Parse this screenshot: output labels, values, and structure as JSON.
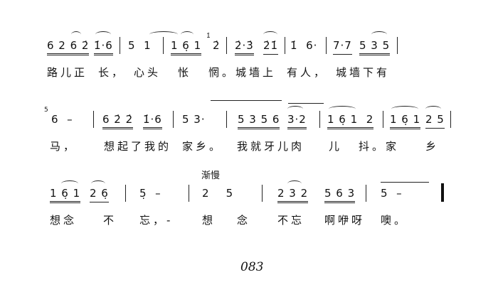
{
  "rows": [
    {
      "notes": [
        "6 2 6 2̇",
        "1̇·6",
        "5  1",
        "1 6̣ 1",
        "2̇",
        "2̇·3̇",
        "2̇1̇",
        "1̇  6·",
        "7·7",
        "5 3 5"
      ],
      "grace": "1̇",
      "lyrics": [
        "路儿正",
        "长，",
        "心头",
        "怅",
        "惘。城墙上",
        "有人，",
        "城墙下有"
      ]
    },
    {
      "notes": [
        "6  –",
        "6 2̇ 2̇",
        "1̇·6",
        "5 3·",
        "5 3 5 6",
        "3·2",
        "1 6̣ 1  2",
        "1 6̣ 1",
        "2 5"
      ],
      "grace": "5",
      "lyrics": [
        "马，",
        "想起了我的",
        "家乡。",
        "我就牙儿肉",
        "儿",
        "抖。家",
        "乡"
      ]
    },
    {
      "notes": [
        "1 6̣ 1",
        "2 6̣",
        "5̣  –",
        "2    5",
        "2 3 2",
        "5 6 3",
        "5  –"
      ],
      "tempo": "渐慢",
      "lyrics": [
        "想念",
        "不",
        "忘，-",
        "想",
        "念",
        "不忘",
        "啊咿呀",
        "噢。"
      ]
    }
  ],
  "page_number": "083"
}
